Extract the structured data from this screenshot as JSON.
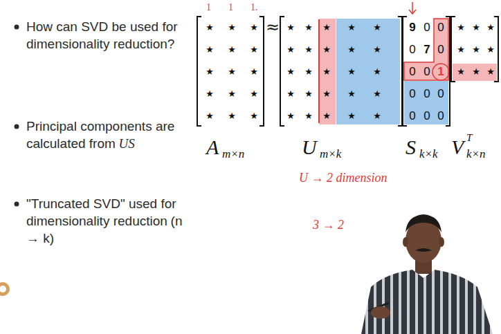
{
  "diagram": {
    "nodes": [
      {
        "text": [
          "★",
          "★",
          "★",
          "★",
          "★",
          "★",
          "★",
          "★",
          "★",
          "★",
          "★",
          "★",
          "★",
          "★",
          "★"
        ]
      },
      {
        "text": [
          "★",
          "★",
          "★",
          "★",
          "★",
          "★",
          "★",
          "★",
          "★",
          "★",
          "★",
          "★",
          "★",
          "★",
          "★",
          "★",
          "★",
          "★",
          "★",
          "★",
          "★",
          "★",
          "★",
          "★",
          "★"
        ]
      },
      {
        "text": [
          "9",
          "0",
          "0",
          "0",
          "7",
          "0",
          "0",
          "0",
          "1",
          "0",
          "0",
          "0",
          "0",
          "0",
          "0"
        ]
      },
      {
        "text": [
          "★",
          "★",
          "★",
          "★",
          "★",
          "★",
          "★",
          "★",
          "★"
        ]
      }
    ],
    "labels": [
      "How can SVD be used for dimensionality reduction?",
      "Principal components are calculated from",
      "US",
      "\"Truncated SVD\" used for dimensionality reduction",
      "(n → k)",
      "≈",
      "A",
      "m×n",
      "U",
      "m×k",
      "S",
      "k×k",
      "V",
      "T",
      "k×n",
      "1",
      "1",
      "1.",
      "U → 2 dimension",
      "3 → 2"
    ]
  }
}
